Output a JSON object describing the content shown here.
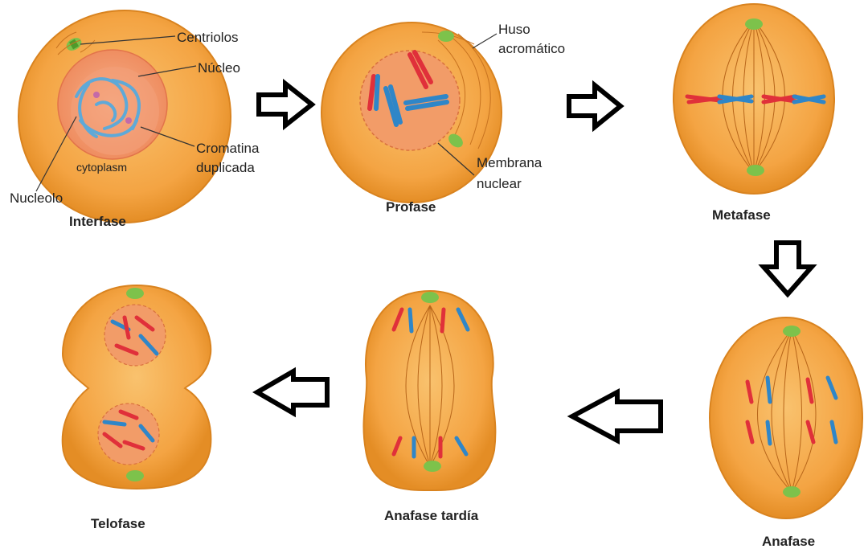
{
  "labels": {
    "centriolos": "Centriolos",
    "nucleo": "Núcleo",
    "cromatina_1": "Cromatina",
    "cromatina_2": "duplicada",
    "cytoplasm": "cytoplasm",
    "nucleolo": "Nucleolo",
    "huso_1": "Huso",
    "huso_2": "acromático",
    "membrana_1": "Membrana",
    "membrana_2": "nuclear"
  },
  "stages": {
    "interfase": "Interfase",
    "profase": "Profase",
    "metafase": "Metafase",
    "anafase": "Anafase",
    "anafase_tardia": "Anafase tardía",
    "telofase": "Telofase"
  },
  "colors": {
    "cell": "#f5a545",
    "cell_edge": "#e48d25",
    "nucleus": "#f08a5a",
    "chromosome_red": "#e0303a",
    "chromosome_blue": "#2f86c8",
    "centriole": "#7dc24b",
    "arrow": "#000000"
  }
}
